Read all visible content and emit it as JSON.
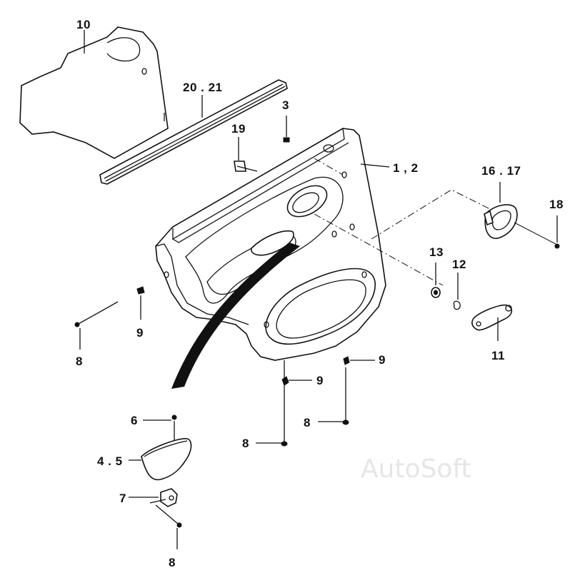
{
  "diagram": {
    "labels": [
      {
        "id": "p10",
        "text": "10"
      },
      {
        "id": "p20",
        "text": "20 . 21"
      },
      {
        "id": "p3",
        "text": "3"
      },
      {
        "id": "p19",
        "text": "19"
      },
      {
        "id": "p12b",
        "text": "1 , 2"
      },
      {
        "id": "p1617",
        "text": "16 . 17"
      },
      {
        "id": "p18",
        "text": "18"
      },
      {
        "id": "p13",
        "text": "13"
      },
      {
        "id": "p12",
        "text": "12"
      },
      {
        "id": "p11",
        "text": "11"
      },
      {
        "id": "p9a",
        "text": "9"
      },
      {
        "id": "p8a",
        "text": "8"
      },
      {
        "id": "p9b",
        "text": "9"
      },
      {
        "id": "p9c",
        "text": "9"
      },
      {
        "id": "p8b",
        "text": "8"
      },
      {
        "id": "p8c",
        "text": "8"
      },
      {
        "id": "p6",
        "text": "6"
      },
      {
        "id": "p45",
        "text": "4 . 5"
      },
      {
        "id": "p7",
        "text": "7"
      },
      {
        "id": "p8d",
        "text": "8"
      }
    ],
    "watermark": "AutoSoft"
  }
}
